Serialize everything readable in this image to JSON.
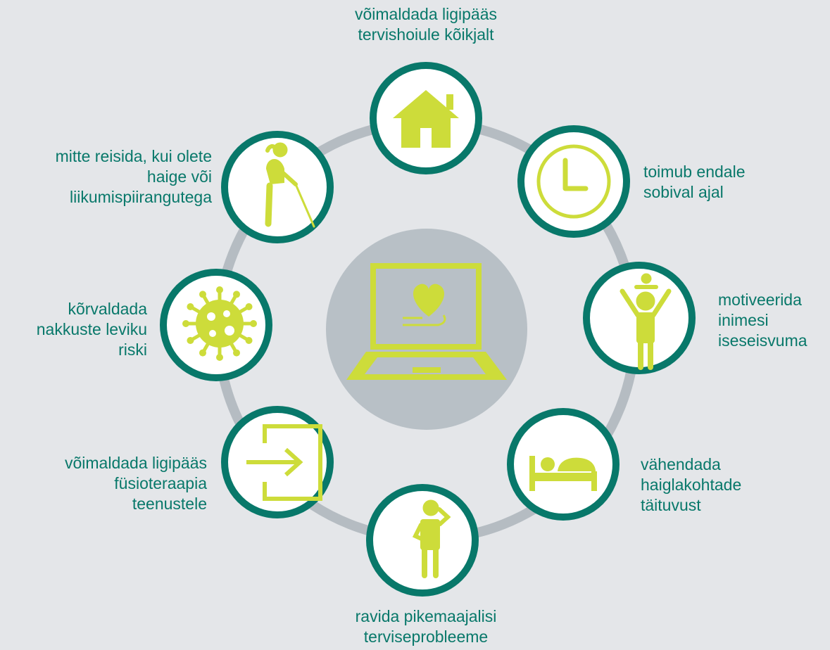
{
  "colors": {
    "background": "#e4e6e9",
    "ring": "#b5bcc2",
    "node_border": "#08786a",
    "node_fill": "#ffffff",
    "icon": "#cddc3a",
    "center_fill": "#b8c0c6",
    "label_text": "#08786a"
  },
  "center": {
    "icon": "laptop-heart-hand-icon"
  },
  "nodes": [
    {
      "id": "home",
      "icon": "house-icon",
      "label_lines": [
        "võimaldada ligipääs",
        "tervishoiule kõikjalt"
      ]
    },
    {
      "id": "time",
      "icon": "clock-icon",
      "label_lines": [
        "toimub endale",
        "sobival ajal"
      ]
    },
    {
      "id": "motivate",
      "icon": "parent-child-icon",
      "label_lines": [
        "motiveerida",
        "inimesi",
        "iseseisvuma"
      ]
    },
    {
      "id": "hospital",
      "icon": "bed-icon",
      "label_lines": [
        "vähendada",
        "haiglakohtade",
        "täituvust"
      ]
    },
    {
      "id": "chronic",
      "icon": "thinking-person-icon",
      "label_lines": [
        "ravida pikemaajalisi",
        "terviseprobleeme"
      ]
    },
    {
      "id": "physio",
      "icon": "sign-in-arrow-icon",
      "label_lines": [
        "võimaldada ligipääs",
        "füsioteraapia",
        "teenustele"
      ]
    },
    {
      "id": "infection",
      "icon": "virus-icon",
      "label_lines": [
        "kõrvaldada",
        "nakkuste leviku",
        "riski"
      ]
    },
    {
      "id": "travel",
      "icon": "elderly-cane-icon",
      "label_lines": [
        "mitte reisida, kui olete",
        "haige või",
        "liikumispiirangutega"
      ]
    }
  ]
}
